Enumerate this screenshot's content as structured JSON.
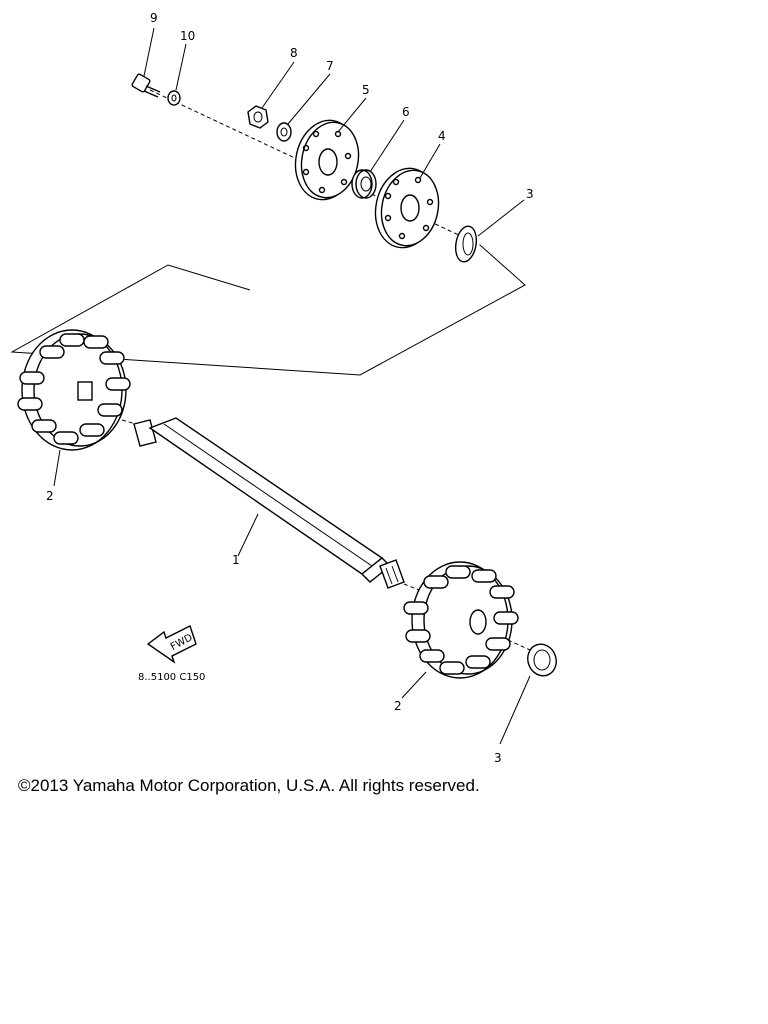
{
  "callouts": {
    "c1": "1",
    "c2a": "2",
    "c2b": "2",
    "c3a": "3",
    "c3b": "3",
    "c4": "4",
    "c5": "5",
    "c6": "6",
    "c7": "7",
    "c8": "8",
    "c9": "9",
    "c10": "10"
  },
  "arrow_label": "FWD",
  "part_code": "8..5100 C150",
  "copyright": "©2013 Yamaha Motor Corporation, U.S.A. All rights reserved."
}
